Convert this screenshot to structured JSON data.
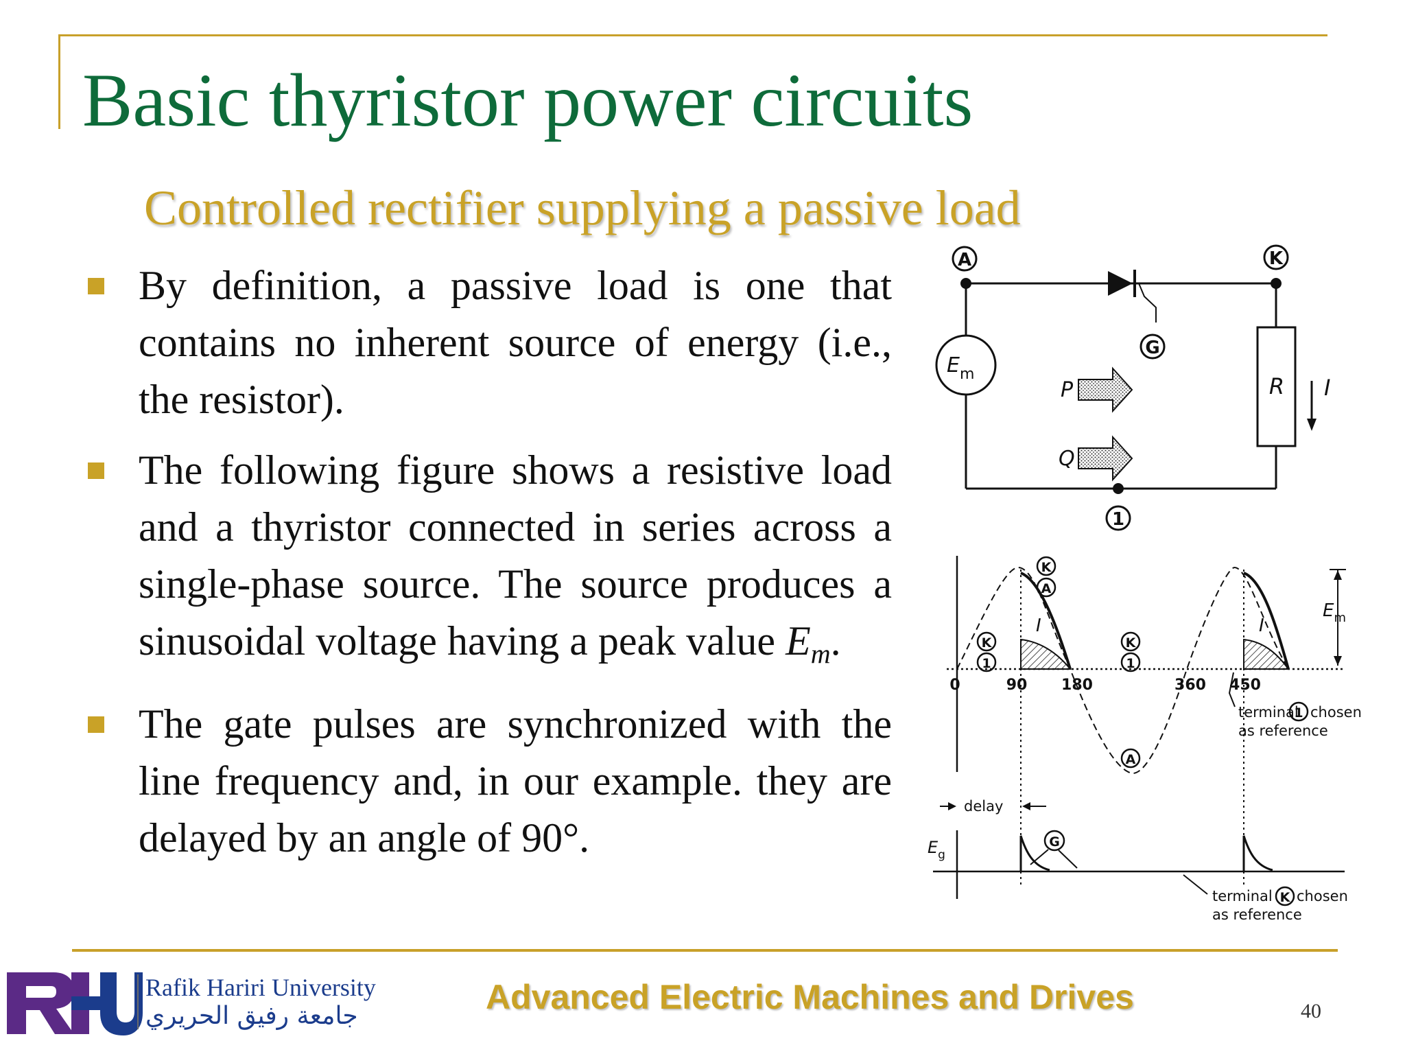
{
  "slide": {
    "title": "Basic thyristor power circuits",
    "subtitle": "Controlled rectifier supplying a passive load",
    "bullets": [
      {
        "text": "By definition, a passive load is one that contains no inherent source of energy (i.e., the resistor)."
      },
      {
        "text": "The following figure shows a resistive load and a thyristor connected in series across a single-phase source. The source produces a sinusoidal voltage having a peak value ",
        "em_symbol": "E",
        "em_subscript": "m",
        "end": "."
      },
      {
        "text": "The gate pulses are synchronized with the line frequency and, in our example. they are delayed by an angle of 90°."
      }
    ]
  },
  "figure": {
    "circuit": {
      "node_a": "A",
      "node_k": "K",
      "node_g": "G",
      "node_1": "1",
      "source_symbol": "E",
      "source_subscript": "m",
      "resistor": "R",
      "current": "I",
      "power_p": "P",
      "power_q": "Q"
    },
    "waveform": {
      "tick_labels": [
        "0",
        "90",
        "180",
        "360",
        "450"
      ],
      "current_label": "I",
      "amplitude_label": "E",
      "amplitude_subscript": "m",
      "node_k": "K",
      "node_a": "A",
      "node_1": "1",
      "ref_line1_pre": "terminal",
      "ref_line1_mark": "1",
      "ref_line1_post": "chosen",
      "ref_line2": "as reference"
    },
    "gate": {
      "delay_label": "delay",
      "eg_symbol": "E",
      "eg_subscript": "g",
      "node_g": "G",
      "ref_line1_pre": "terminal",
      "ref_line1_mark": "K",
      "ref_line1_post": "chosen",
      "ref_line2": "as reference"
    }
  },
  "footer": {
    "university_en": "Rafik Hariri University",
    "university_ar": "جامعة رفيق الحريري",
    "course": "Advanced Electric Machines and Drives",
    "page": "40"
  },
  "colors": {
    "title": "#0e6b3a",
    "accent": "#c9a227",
    "logo_purple": "#5b2a86",
    "logo_blue": "#1b3c8c"
  }
}
